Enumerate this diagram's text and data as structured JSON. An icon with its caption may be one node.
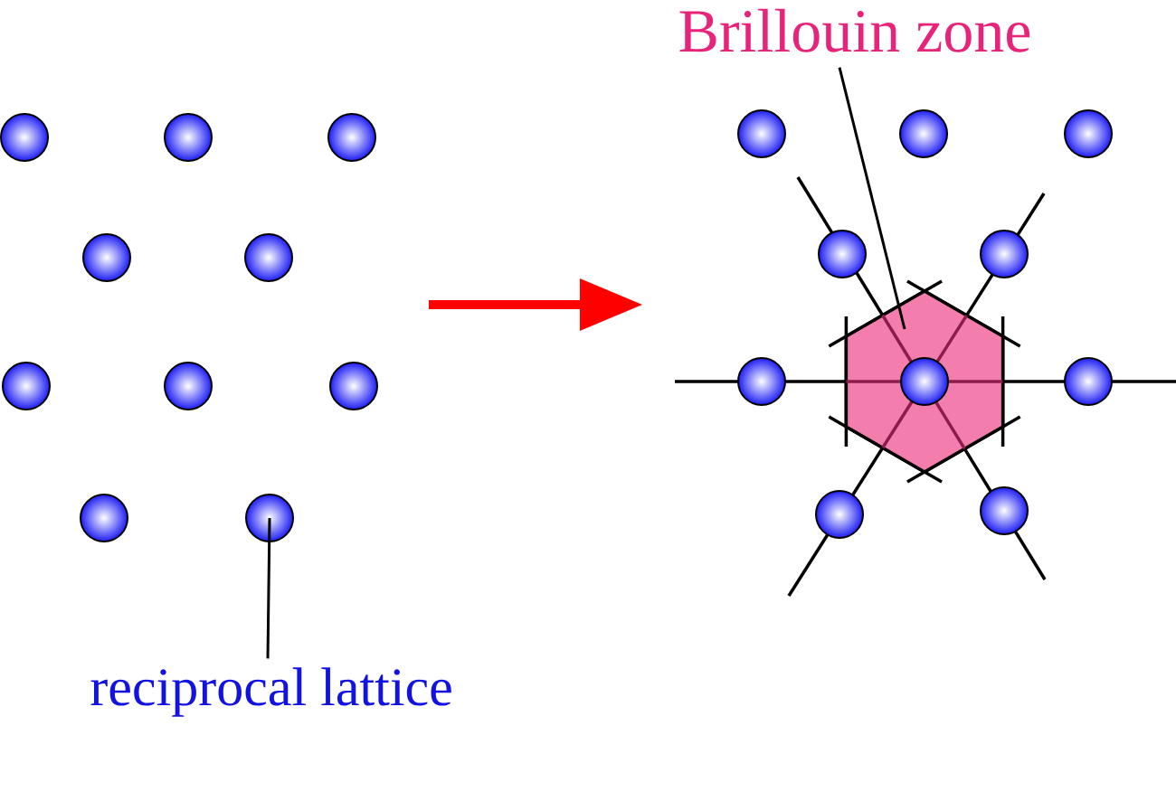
{
  "diagram": {
    "nodes": [
      {
        "text": [],
        "shape": "circle"
      },
      {
        "text": [],
        "shape": "circle"
      },
      {
        "text": [],
        "shape": "circle"
      },
      {
        "text": [],
        "shape": "circle"
      },
      {
        "text": [],
        "shape": "circle"
      },
      {
        "text": [],
        "shape": "circle"
      },
      {
        "text": [],
        "shape": "circle"
      },
      {
        "text": [],
        "shape": "circle"
      },
      {
        "text": [],
        "shape": "circle"
      },
      {
        "text": [],
        "shape": "circle"
      },
      {
        "text": [
          "reciprocal lattice"
        ]
      },
      {
        "text": [
          "Brillouin zone"
        ]
      },
      {
        "text": [],
        "shape": "hexagon"
      },
      {
        "text": [],
        "shape": "circle"
      },
      {
        "text": [],
        "shape": "circle"
      },
      {
        "text": [],
        "shape": "circle"
      },
      {
        "text": [],
        "shape": "circle"
      },
      {
        "text": [],
        "shape": "circle"
      },
      {
        "text": [],
        "shape": "circle"
      },
      {
        "text": [],
        "shape": "circle",
        "in": 12
      },
      {
        "text": [],
        "shape": "circle"
      },
      {
        "text": [],
        "shape": "circle"
      },
      {
        "text": [],
        "shape": "circle"
      }
    ],
    "edges": [
      {
        "from": 10,
        "to": 9,
        "arrow": "none"
      },
      {
        "from": 11,
        "to": 12,
        "arrow": "none"
      }
    ]
  }
}
